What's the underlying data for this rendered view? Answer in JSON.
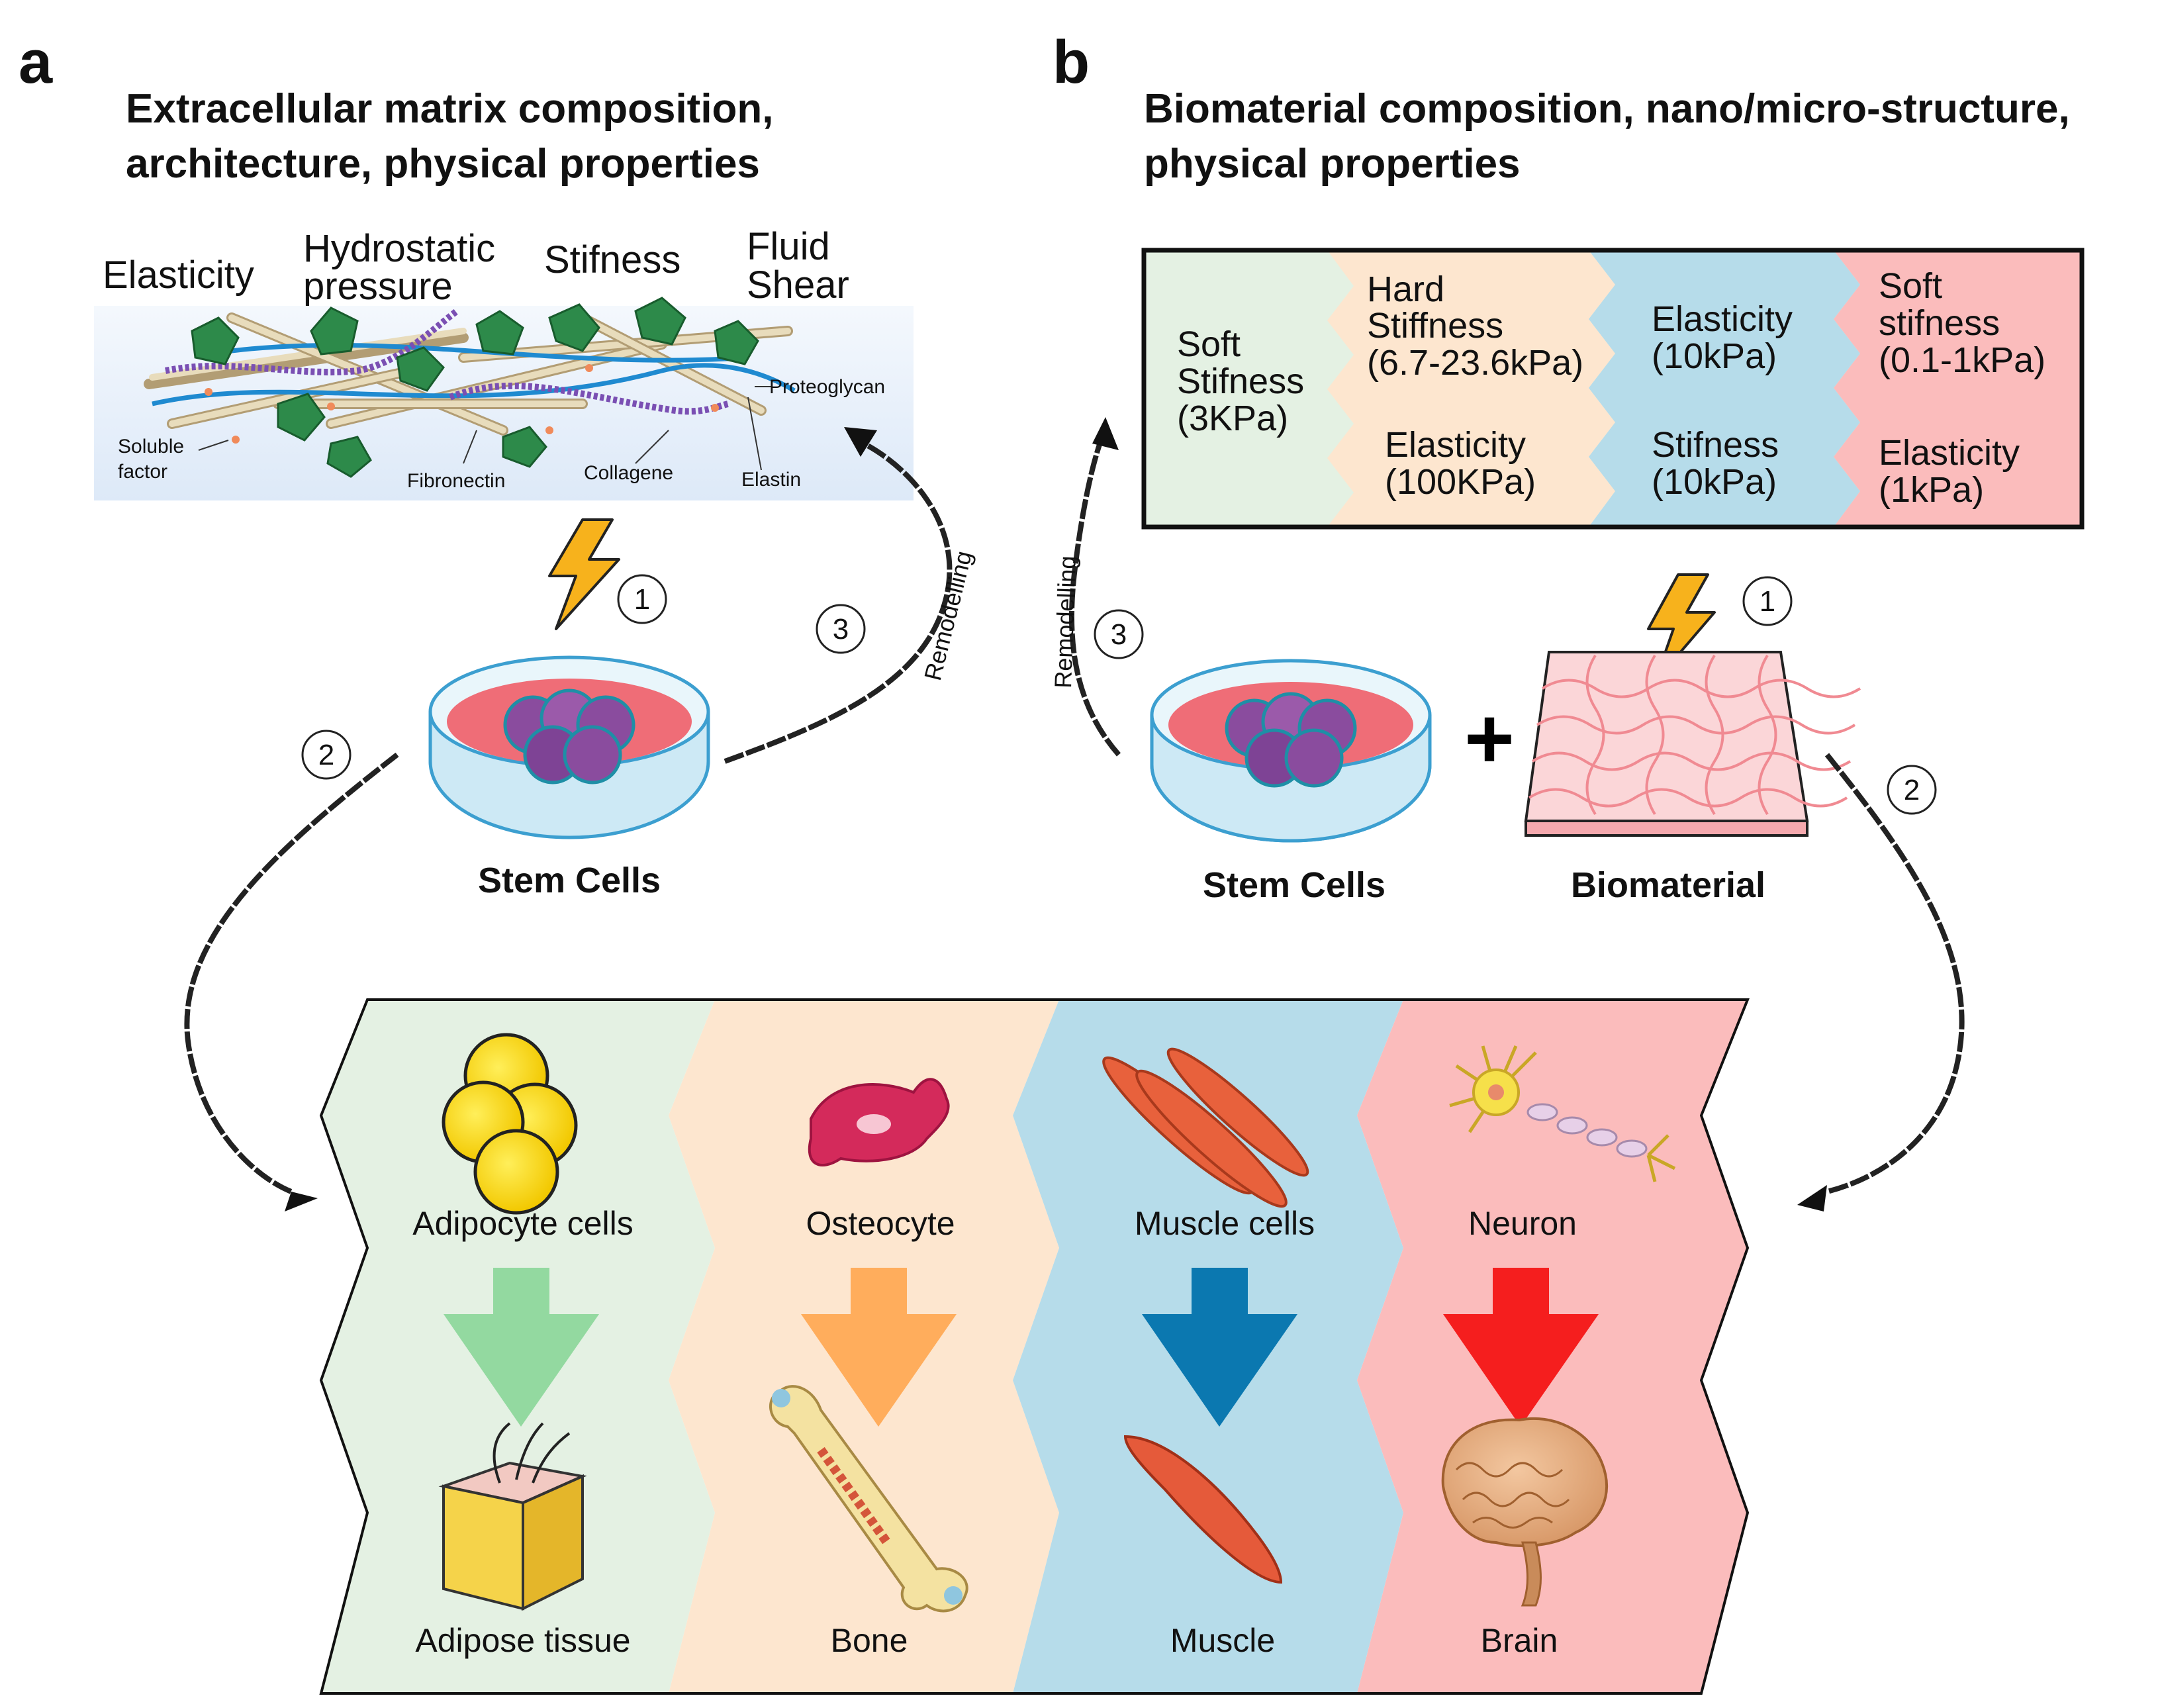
{
  "panel_a": {
    "letter": "a",
    "heading_line1": "Extracellular matrix composition,",
    "heading_line2": "architecture, physical properties",
    "properties": {
      "elasticity": "Elasticity",
      "hydrostatic_1": "Hydrostatic",
      "hydrostatic_2": "pressure",
      "stiffness": "Stifness",
      "fluid_1": "Fluid",
      "fluid_2": "Shear"
    },
    "ecm_labels": {
      "proteoglycan": "Proteoglycan",
      "soluble_1": "Soluble",
      "soluble_2": "factor",
      "fibronectin": "Fibronectin",
      "collagene": "Collagene",
      "elastin": "Elastin"
    },
    "step1": "1",
    "step2": "2",
    "step3": "3",
    "remodelling": "Remodelling",
    "stem_cells": "Stem Cells"
  },
  "panel_b": {
    "letter": "b",
    "heading_line1": "Biomaterial composition, nano/micro-structure,",
    "heading_line2": "physical properties",
    "segments": [
      {
        "lines": [
          "Soft",
          "Stifness",
          "(3KPa)"
        ],
        "color": "#e4f1e3"
      },
      {
        "top": [
          "Hard",
          "Stiffness",
          "(6.7-23.6kPa)"
        ],
        "bottom": [
          "Elasticity",
          "(100KPa)"
        ],
        "color": "#fde6cf"
      },
      {
        "top": [
          "Elasticity",
          "(10kPa)"
        ],
        "bottom": [
          "Stifness",
          "(10kPa)"
        ],
        "color": "#b6dcea"
      },
      {
        "top": [
          "Soft",
          "stifness",
          "(0.1-1kPa)"
        ],
        "bottom": [
          "Elasticity",
          "(1kPa)"
        ],
        "color": "#fbbcbc"
      }
    ],
    "step1": "1",
    "step2": "2",
    "step3": "3",
    "remodelling": "Remodelling",
    "stem_cells": "Stem Cells",
    "biomaterial": "Biomaterial",
    "plus": "+"
  },
  "lineages": [
    {
      "cell": "Adipocyte cells",
      "tissue": "Adipose tissue",
      "bg": "#e4f1e3",
      "arrow": "#93d9a0"
    },
    {
      "cell": "Osteocyte",
      "tissue": "Bone",
      "bg": "#fde6cf",
      "arrow": "#ffad5c"
    },
    {
      "cell": "Muscle cells",
      "tissue": "Muscle",
      "bg": "#b6dcea",
      "arrow": "#0b78b0"
    },
    {
      "cell": "Neuron",
      "tissue": "Brain",
      "bg": "#fbbcbc",
      "arrow": "#f51e1e"
    }
  ]
}
